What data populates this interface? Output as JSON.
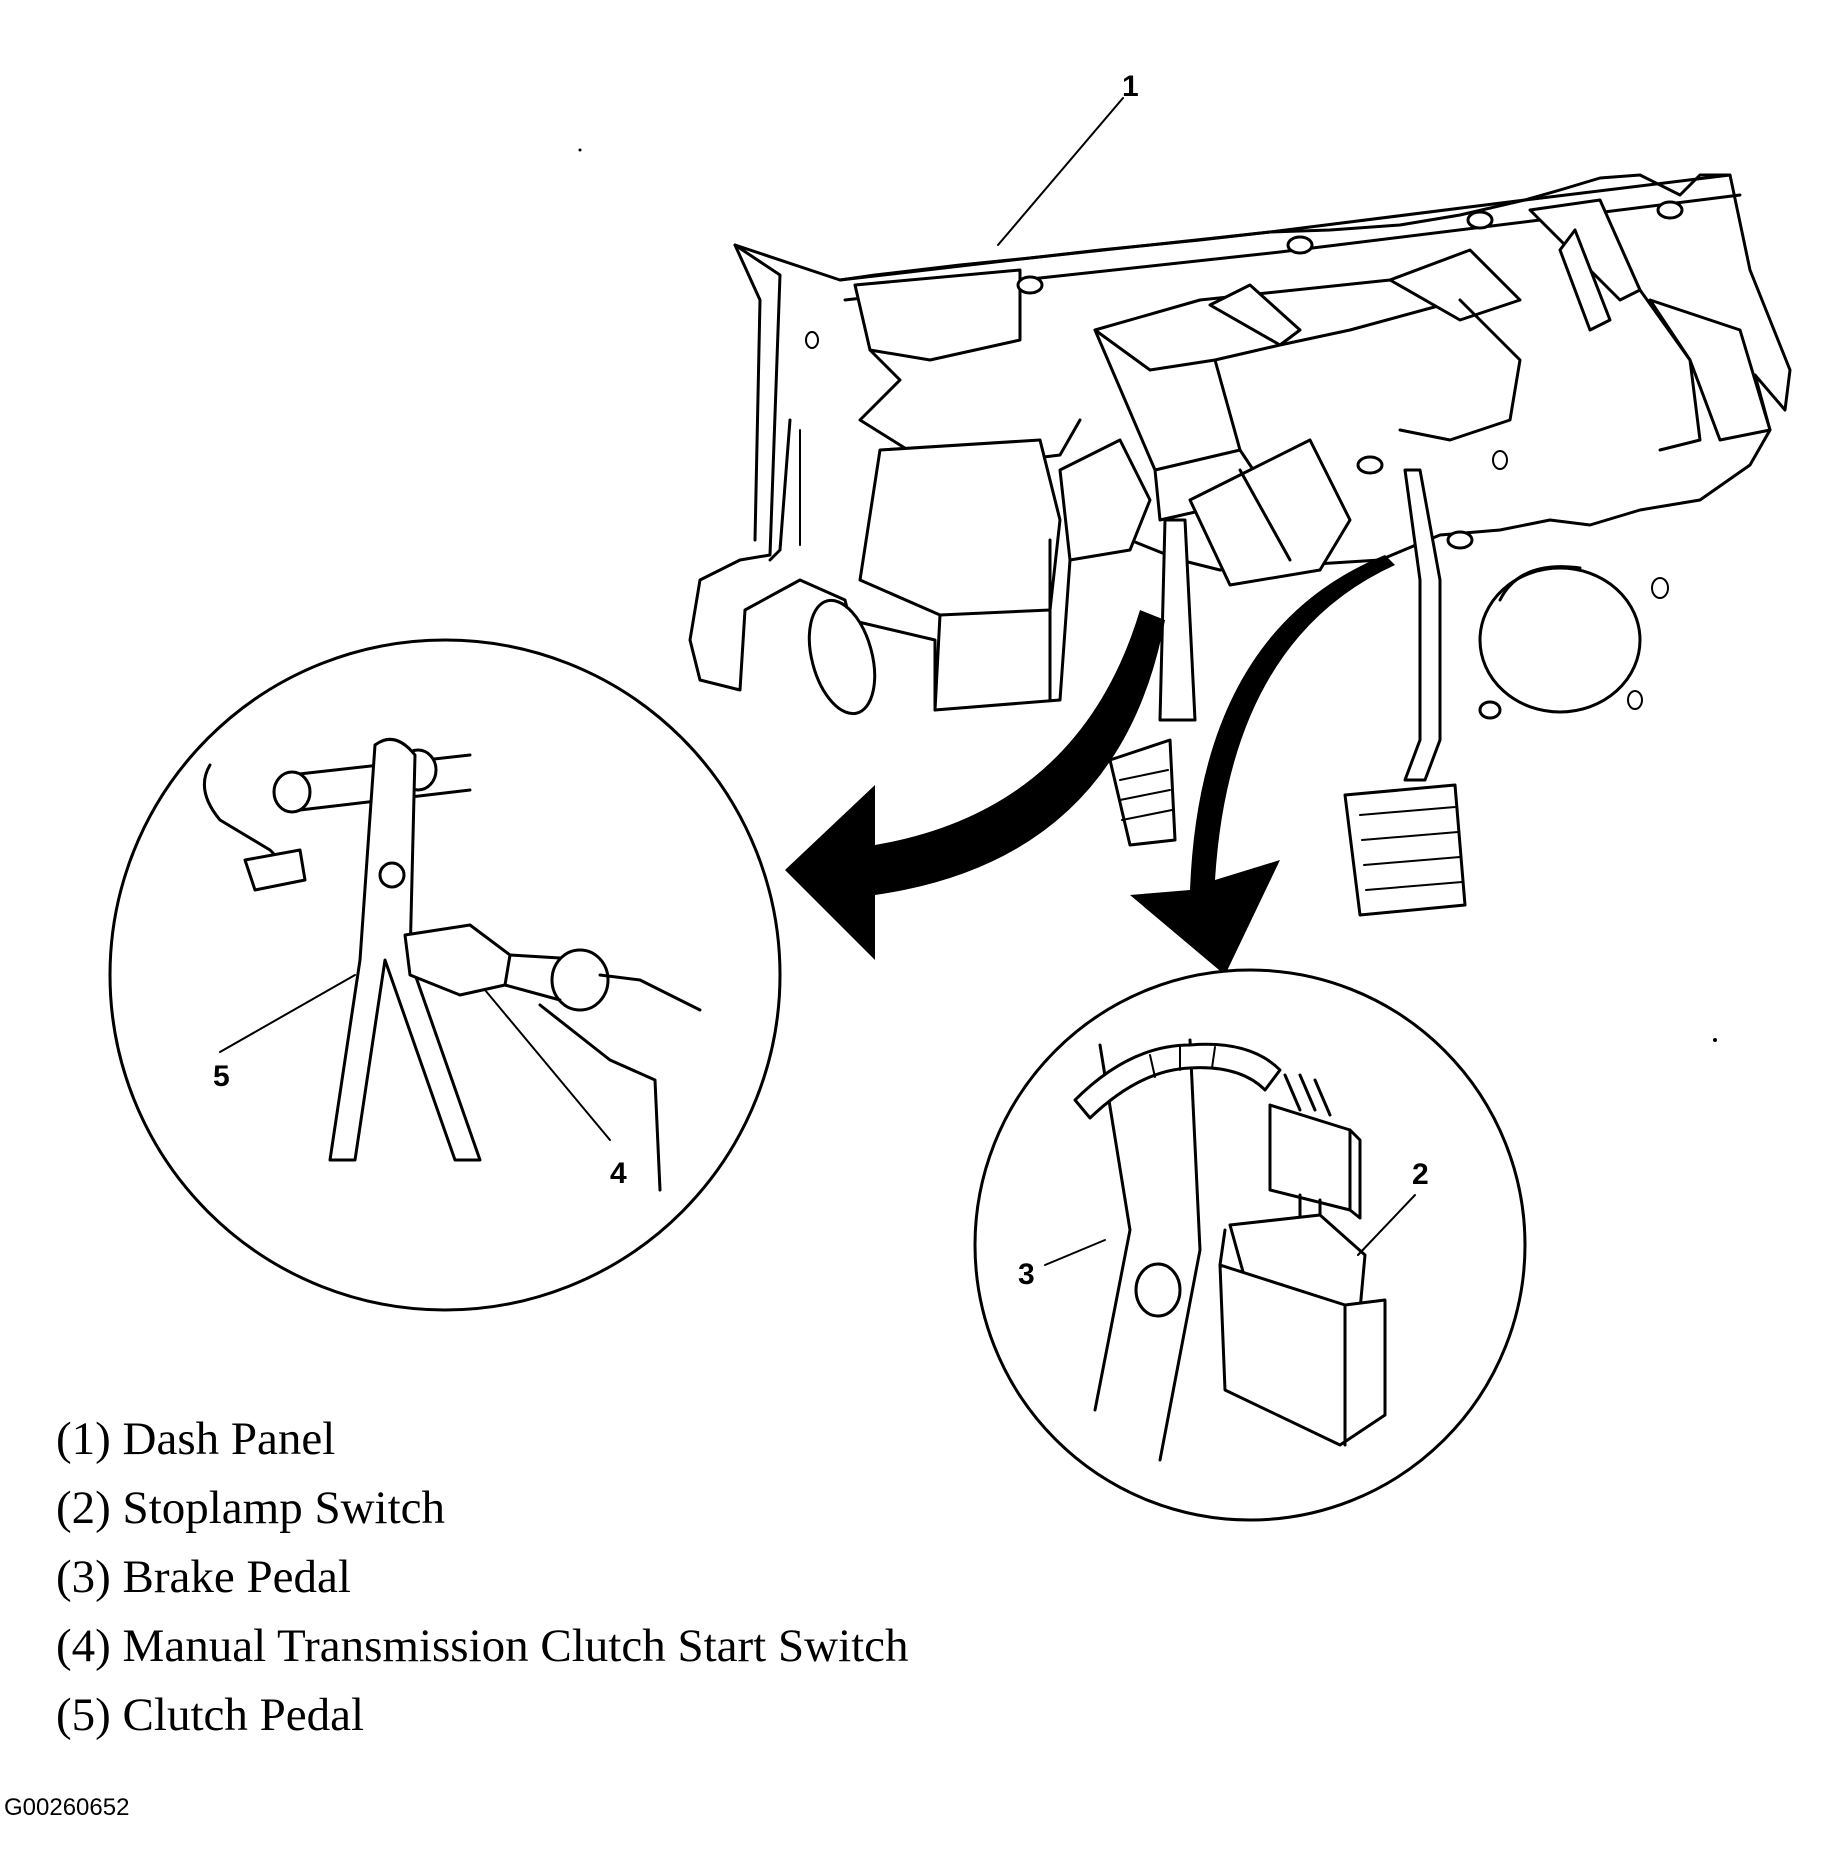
{
  "callouts": {
    "c1": "1",
    "c2": "2",
    "c3": "3",
    "c4": "4",
    "c5": "5"
  },
  "legend": [
    "(1) Dash Panel",
    "(2) Stoplamp Switch",
    "(3) Brake Pedal",
    "(4) Manual Transmission Clutch Start Switch",
    "(5) Clutch Pedal"
  ],
  "figure_id": "G00260652"
}
